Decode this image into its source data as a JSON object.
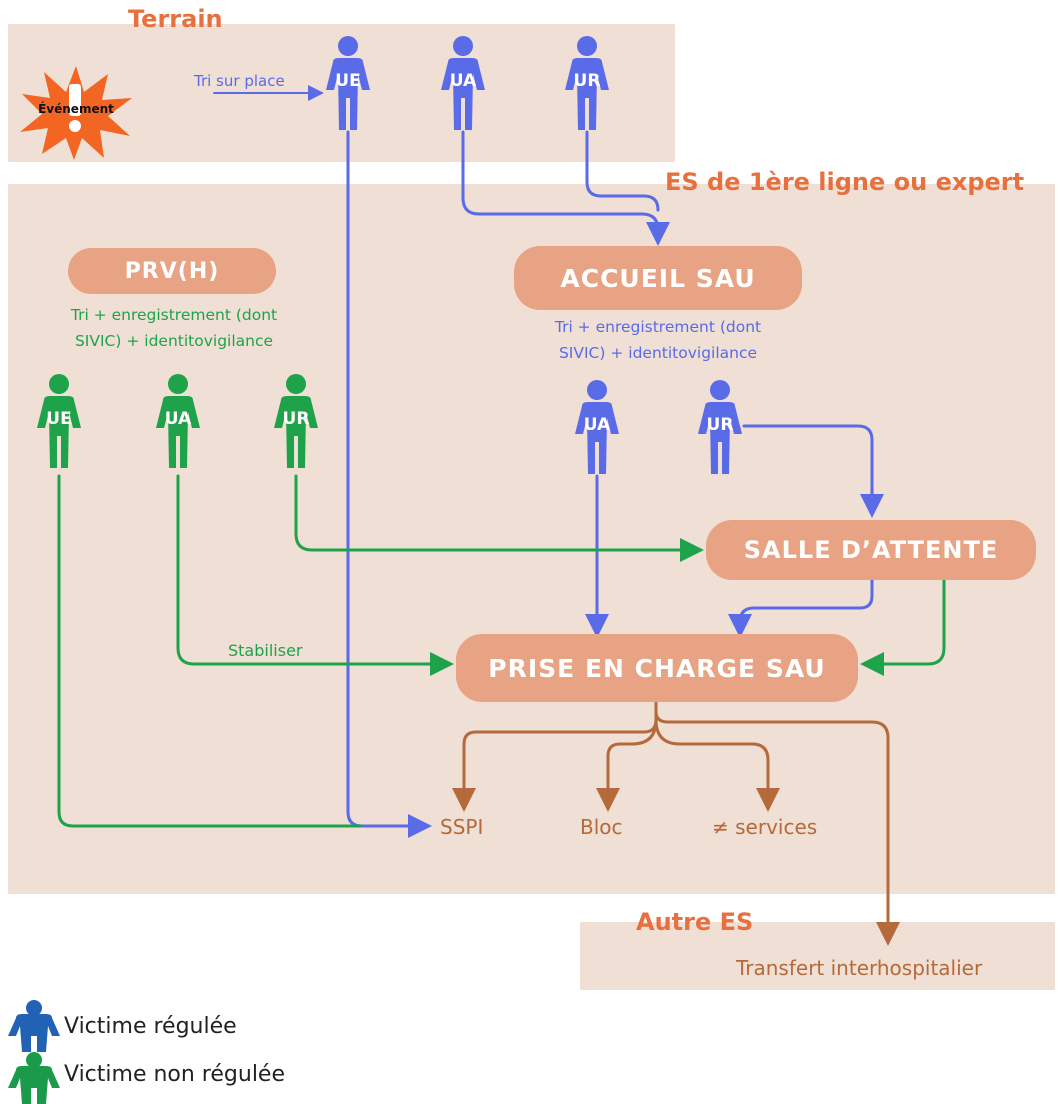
{
  "zones": {
    "terrain": "Terrain",
    "es": "ES de 1ère ligne ou expert",
    "autre": "Autre ES"
  },
  "event_label": "Événement",
  "tri_sur_place": "Tri sur place",
  "pills": {
    "prv": "PRV(H)",
    "accueil": "ACCUEIL SAU",
    "salle": "SALLE D’ATTENTE",
    "prise": "PRISE EN CHARGE SAU"
  },
  "captions": {
    "prv": [
      "Tri + enregistrement (dont",
      "SIVIC) + identitovigilance"
    ],
    "accueil": [
      "Tri + enregistrement (dont",
      "SIVIC) + identitovigilance"
    ]
  },
  "victims": {
    "terrain": [
      "UE",
      "UA",
      "UR"
    ],
    "prv": [
      "UE",
      "UA",
      "UR"
    ],
    "accueil": [
      "UA",
      "UR"
    ]
  },
  "stabiliser": "Stabiliser",
  "destinations": {
    "sspi": "SSPI",
    "bloc": "Bloc",
    "services": "≠ services",
    "transfert": "Transfert interhospitalier"
  },
  "legend": {
    "regulee": "Victime régulée",
    "non_regulee": "Victime non régulée"
  },
  "colors": {
    "blue": "#5a6be8",
    "green": "#1ea34a",
    "brown": "#b46a3b",
    "orange": "#e8703f",
    "pill": "#e7a383",
    "zone": "#f0dfd4"
  }
}
